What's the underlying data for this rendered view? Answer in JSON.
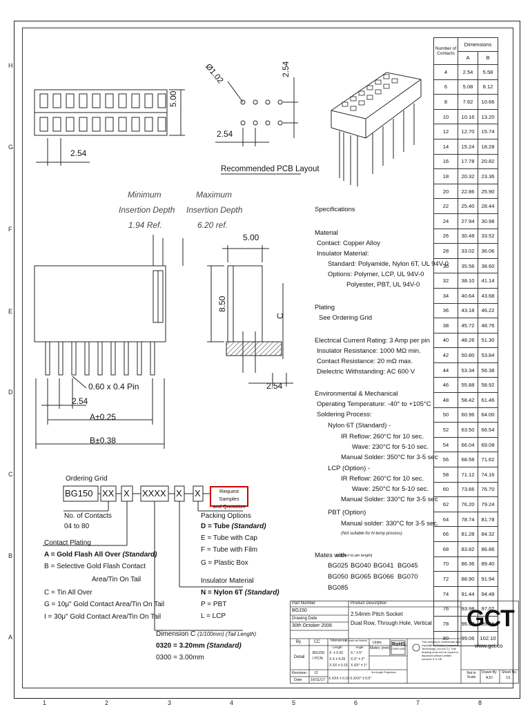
{
  "edge_rows": [
    "H",
    "G",
    "F",
    "E",
    "D",
    "C",
    "B",
    "A"
  ],
  "edge_cols": [
    "1",
    "2",
    "3",
    "4",
    "5",
    "6",
    "7",
    "8"
  ],
  "top_view": {
    "dim_height": "5.00",
    "dim_pitch": "2.54"
  },
  "pcb": {
    "hole": "Ø1.02",
    "pitch_v": "2.54",
    "pitch_h": "2.54",
    "title": "Recommended PCB Layout"
  },
  "insertion": {
    "min_l1": "Minimum",
    "min_l2": "Insertion Depth",
    "min_l3": "1.94 Ref.",
    "max_l1": "Maximum",
    "max_l2": "Insertion Depth",
    "max_l3": "6.20 ref."
  },
  "side_view": {
    "pin": "0.60 x 0.4 Pin",
    "pitch": "2.54",
    "a": "A±0.25",
    "b": "B±0.38"
  },
  "end_view": {
    "width": "5.00",
    "height": "8.50",
    "c": "C",
    "pitch": "2.54"
  },
  "specs": {
    "title": "Specifications",
    "lines": [
      "Material",
      "Contact: Copper Alloy",
      "Insulator Material:",
      "Standard: Polyamide, Nylon 6T, UL 94V-0",
      "Options: Polymer, LCP, UL 94V-0",
      "Polyester, PBT, UL 94V-0",
      "Plating",
      "See Ordering Grid",
      "Electrical  Current Rating: 3 Amp per pin",
      "Insulator Resistance: 1000 MΩ min.",
      "Contact Resistance: 20 mΩ max.",
      "Dielectric Withstanding: AC 600 V",
      "Environmental & Mechanical",
      "Operating Temperature: -40° to +105°C",
      "Soldering Process:",
      "Nylon 6T (Standard) -",
      "IR Reflow: 260°C for 10 sec.",
      "Wave: 230°C for 5-10 sec.",
      "Manual Solder: 350°C for 3-5 sec",
      "LCP (Option) -",
      "IR Reflow: 260°C for 10 sec.",
      "Wave: 250°C for 5-10 sec.",
      "Manual Solder: 330°C for 3-5 sec",
      "PBT (Option)",
      "Manual solder: 330°C for 3-5 sec.",
      "(Not suitable for hi-temp process)"
    ],
    "mates_title": "Mates with",
    "mates_note": "(subject to pin length)",
    "mates": [
      "BG025",
      "BG040",
      "BG041",
      "BG045",
      "BG050",
      "BG065",
      "BG066",
      "BG070",
      "BG085"
    ]
  },
  "dimensions_table": {
    "header_contacts": "Number of Contacts",
    "header_dims": "Dimensions",
    "col_a": "A",
    "col_b": "B",
    "rows": [
      [
        "4",
        "2.54",
        "5.58"
      ],
      [
        "6",
        "5.08",
        "8.12"
      ],
      [
        "8",
        "7.62",
        "10.66"
      ],
      [
        "10",
        "10.16",
        "13.20"
      ],
      [
        "12",
        "12.70",
        "15.74"
      ],
      [
        "14",
        "15.24",
        "18.28"
      ],
      [
        "16",
        "17.78",
        "20.82"
      ],
      [
        "18",
        "20.32",
        "23.36"
      ],
      [
        "20",
        "22.86",
        "25.90"
      ],
      [
        "22",
        "25.40",
        "28.44"
      ],
      [
        "24",
        "27.94",
        "30.98"
      ],
      [
        "26",
        "30.48",
        "33.52"
      ],
      [
        "28",
        "33.02",
        "36.06"
      ],
      [
        "30",
        "35.56",
        "38.60"
      ],
      [
        "32",
        "38.10",
        "41.14"
      ],
      [
        "34",
        "40.64",
        "43.68"
      ],
      [
        "36",
        "43.18",
        "46.22"
      ],
      [
        "38",
        "45.72",
        "48.76"
      ],
      [
        "40",
        "48.26",
        "51.30"
      ],
      [
        "42",
        "50.80",
        "53.84"
      ],
      [
        "44",
        "53.34",
        "56.38"
      ],
      [
        "46",
        "55.88",
        "58.92"
      ],
      [
        "48",
        "58.42",
        "61.46"
      ],
      [
        "50",
        "60.96",
        "64.00"
      ],
      [
        "52",
        "63.50",
        "66.54"
      ],
      [
        "54",
        "66.04",
        "69.08"
      ],
      [
        "56",
        "68.58",
        "71.62"
      ],
      [
        "58",
        "71.12",
        "74.16"
      ],
      [
        "60",
        "73.66",
        "76.70"
      ],
      [
        "62",
        "76.20",
        "79.24"
      ],
      [
        "64",
        "78.74",
        "81.78"
      ],
      [
        "66",
        "81.28",
        "84.32"
      ],
      [
        "68",
        "83.82",
        "86.86"
      ],
      [
        "70",
        "86.36",
        "89.40"
      ],
      [
        "72",
        "88.90",
        "91.94"
      ],
      [
        "74",
        "91.44",
        "94.48"
      ],
      [
        "76",
        "93.98",
        "97.02"
      ],
      [
        "78",
        "96.52",
        "99.56"
      ],
      [
        "80",
        "99.06",
        "102.10"
      ]
    ]
  },
  "ordering": {
    "title": "Ordering Grid",
    "code": "BG150",
    "seg1": "XX",
    "seg2": "X",
    "seg3": "XXXX",
    "seg4": "X",
    "seg5": "X",
    "request_l1": "Request Samples",
    "request_l2": "and Quotation",
    "contacts_l1": "No. of Contacts",
    "contacts_l2": "04 to 80",
    "packing_title": "Packing Options",
    "packing_d": "D = Tube",
    "packing_d_std": "(Standard)",
    "packing": [
      "E = Tube with Cap",
      "F = Tube with Film",
      "G = Plastic Box"
    ],
    "plating_title": "Contact Plating",
    "plating_a": "A = Gold Flash All Over",
    "plating_a_std": "(Standard)",
    "plating": [
      "B = Selective Gold Flash Contact",
      "Area/Tin On Tail",
      "C = Tin All Over",
      "G = 10μ\" Gold Contact Area/Tin On Tail",
      "I = 30μ\" Gold Contact Area/Tin On Tail"
    ],
    "insulator_title": "Insulator Material",
    "insulator_n": "N = Nylon 6T",
    "insulator_n_std": "(Standard)",
    "insulator": [
      "P = PBT",
      "L = LCP"
    ],
    "dimc_title": "Dimension C",
    "dimc_note": "(1/100mm) (Tail Length)",
    "dimc_std": "0320 = 3.20mm",
    "dimc_std_note": "(Standard)",
    "dimc_alt": "0300 = 3.00mm"
  },
  "title_block": {
    "part_number_label": "Part Number",
    "part_number": "BG150",
    "drawing_date_label": "Drawing Date",
    "drawing_date": "30th October 2006",
    "product_desc_label": "Product Description",
    "desc_l1": "2.54mm Pitch Socket",
    "desc_l2": "Dual Row, Through Hole, Vertical",
    "by_label": "By",
    "by": "CC",
    "tol_label": "Tolerances",
    "tol_note": "(Except as Noted)",
    "length_label": "Length",
    "angle_label": "Angle",
    "tol_rows": [
      [
        "X. ± 0.30",
        "X.° ± 5°"
      ],
      [
        "X.X ± 0.20",
        "X.X° ± 2°"
      ],
      [
        "X.XX ± 0.15",
        "X.XX° ± 1°"
      ],
      [
        "X.XXX ± 0.10",
        "X.XXX° ± 0.5°"
      ]
    ],
    "units_label": "Units:",
    "units": "Metric (mm)",
    "detail_label": "Detail",
    "detail_l1": "BG150",
    "detail_l2": "I PCN",
    "revision_label": "Revision",
    "revision": "I2",
    "date_label": "Date",
    "date": "16/11/17",
    "rohs": "RoHS",
    "rohs_sub": "COMPLIANT",
    "legal": "This drawing is confidential and copyright of Global Connector Technology. Ltd (GCT). This drawing must not be copied or disclosed without written consent. E & OE",
    "not_to_scale": "Not to Scale",
    "drawn_by_label": "Drawn By",
    "drawn_by": "AJO",
    "sheet_label": "Sheet No.",
    "sheet": "1/1",
    "logo": "GCT",
    "website": "www.gct.co",
    "third_angle": "3rd Angle Projection"
  }
}
